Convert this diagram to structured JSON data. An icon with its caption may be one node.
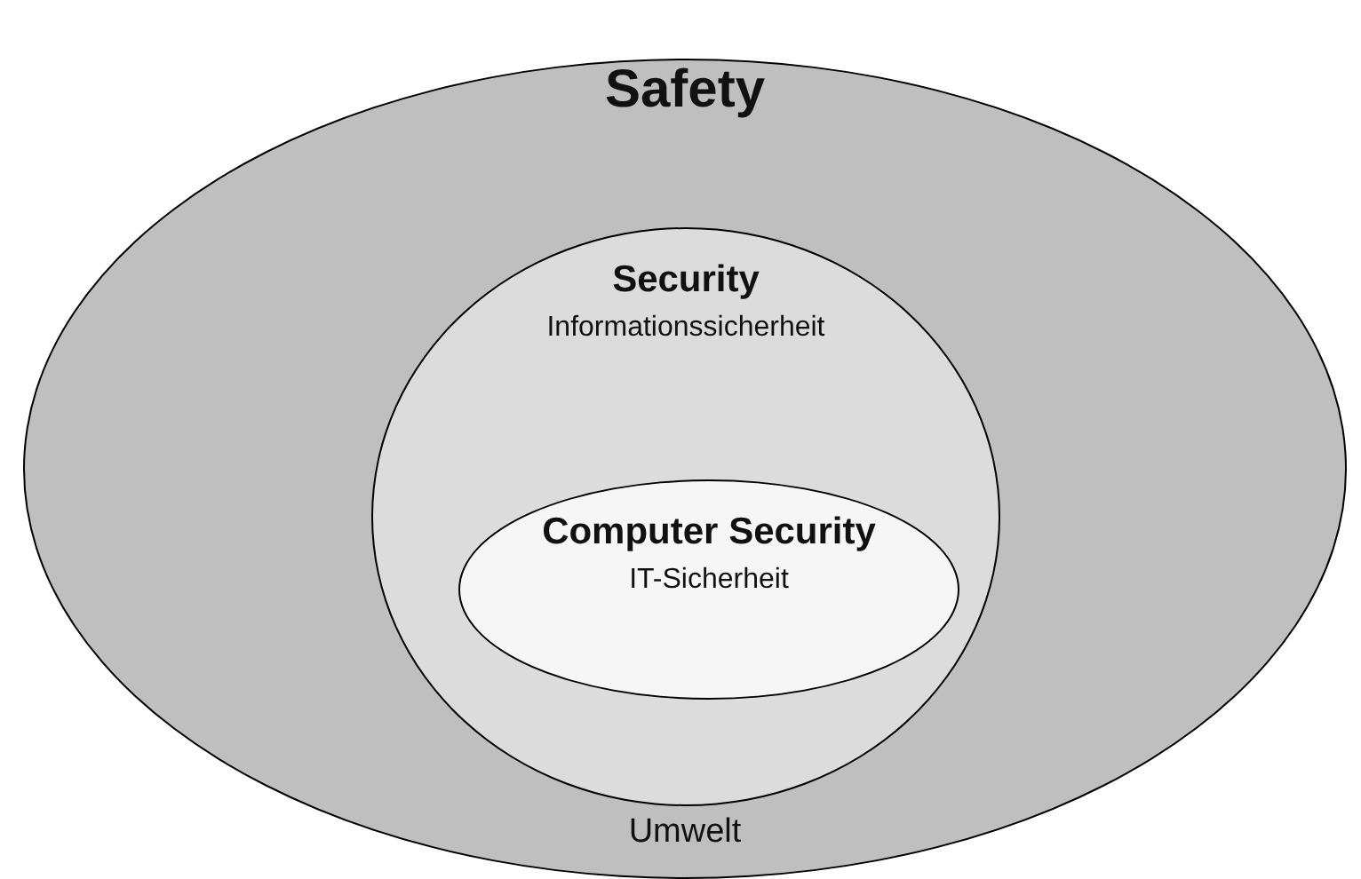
{
  "diagram": {
    "nodes": [
      {
        "text": [
          "Safety",
          "Umwelt"
        ]
      },
      {
        "text": [
          "Security",
          "Informationssicherheit"
        ],
        "in": 0
      },
      {
        "text": [
          "Computer Security",
          "IT-Sicherheit"
        ],
        "in": 1
      }
    ]
  }
}
